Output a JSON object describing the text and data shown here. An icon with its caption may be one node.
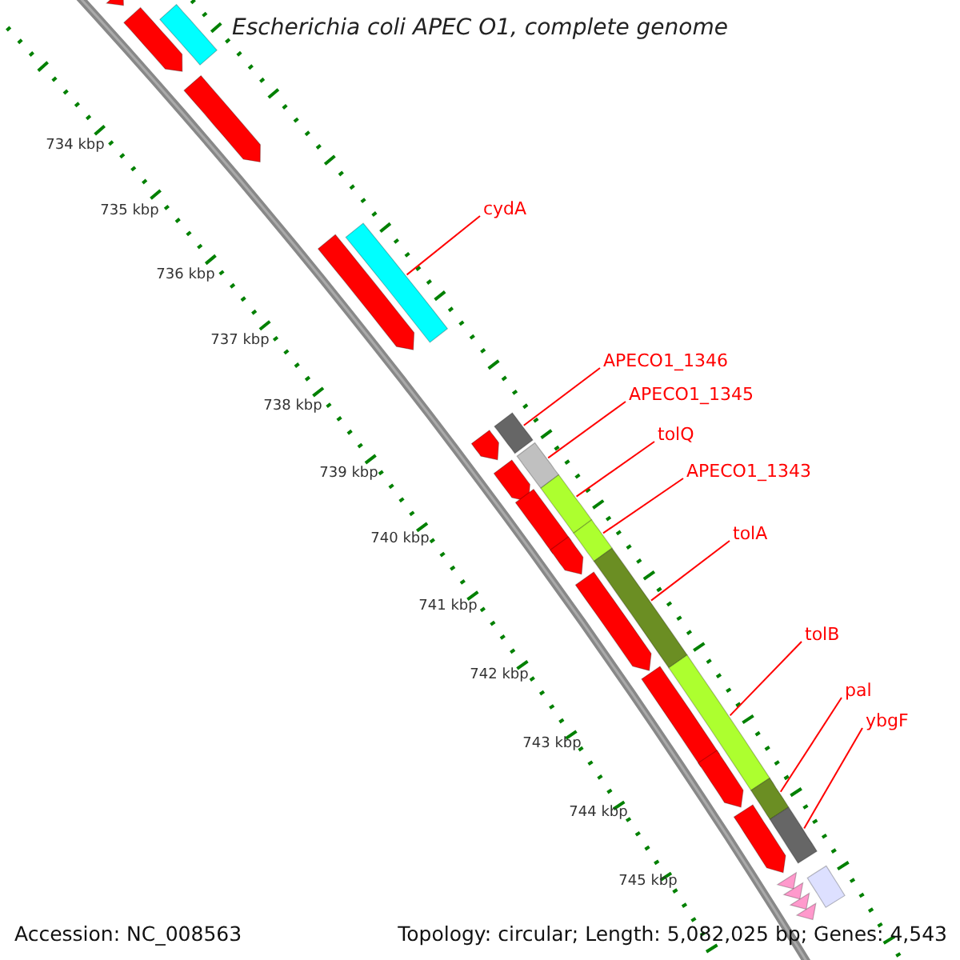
{
  "diagram": {
    "title": "Escherichia coli APEC O1, complete genome",
    "nodes": [
      {
        "text": [
          "cydA"
        ]
      },
      {
        "text": [
          "APECO1_1346"
        ]
      },
      {
        "text": [
          "APECO1_1345"
        ]
      },
      {
        "text": [
          "tolQ"
        ]
      },
      {
        "text": [
          "APECO1_1343"
        ]
      },
      {
        "text": [
          "tolA"
        ]
      },
      {
        "text": [
          "tolB"
        ]
      },
      {
        "text": [
          "pal"
        ]
      },
      {
        "text": [
          "ybgF"
        ]
      },
      {
        "text": [],
        "shape": "bar"
      },
      {
        "text": [],
        "shape": "bar"
      },
      {
        "text": [],
        "shape": "bar"
      },
      {
        "text": [],
        "shape": "bar"
      },
      {
        "text": [],
        "shape": "bar"
      },
      {
        "text": [],
        "shape": "bar"
      },
      {
        "text": [],
        "shape": "bar"
      },
      {
        "text": [],
        "shape": "bar"
      },
      {
        "text": [],
        "shape": "bar"
      },
      {
        "text": [],
        "shape": "arrow"
      },
      {
        "text": [],
        "shape": "bar"
      },
      {
        "text": [],
        "shape": "arrow"
      },
      {
        "text": [],
        "shape": "arrow"
      },
      {
        "text": [],
        "shape": "arrow"
      },
      {
        "text": [],
        "shape": "arrow"
      },
      {
        "text": [],
        "shape": "arrow"
      },
      {
        "text": [],
        "shape": "arrow"
      },
      {
        "text": [],
        "shape": "arrow"
      },
      {
        "text": [],
        "shape": "arrow"
      },
      {
        "text": [],
        "shape": "arrow"
      },
      {
        "text": [],
        "shape": "arrow"
      },
      {
        "text": [],
        "shape": "arrow"
      },
      {
        "text": [],
        "shape": "arrow"
      },
      {
        "text": [],
        "shape": "arrow"
      },
      {
        "text": [],
        "shape": "arrow"
      },
      {
        "text": [],
        "shape": "arrow"
      },
      {
        "text": [],
        "shape": "bar"
      }
    ],
    "edges": [
      {
        "from": 0,
        "to": 9,
        "arrow": "none"
      },
      {
        "from": 1,
        "to": 10,
        "arrow": "none"
      },
      {
        "from": 2,
        "to": 11,
        "arrow": "none"
      },
      {
        "from": 3,
        "to": 12,
        "arrow": "none"
      },
      {
        "from": 4,
        "to": 13,
        "arrow": "none"
      },
      {
        "from": 5,
        "to": 14,
        "arrow": "none"
      },
      {
        "from": 6,
        "to": 15,
        "arrow": "none"
      },
      {
        "from": 7,
        "to": 16,
        "arrow": "none"
      },
      {
        "from": 8,
        "to": 17,
        "arrow": "none"
      }
    ],
    "labels": [
      "734 kbp",
      "735 kbp",
      "736 kbp",
      "737 kbp",
      "738 kbp",
      "739 kbp",
      "740 kbp",
      "741 kbp",
      "742 kbp",
      "743 kbp",
      "744 kbp",
      "745 kbp",
      "Accession: NC_008563",
      "Topology: circular; Length: 5,082,025 bp; Genes: 4,543"
    ]
  }
}
